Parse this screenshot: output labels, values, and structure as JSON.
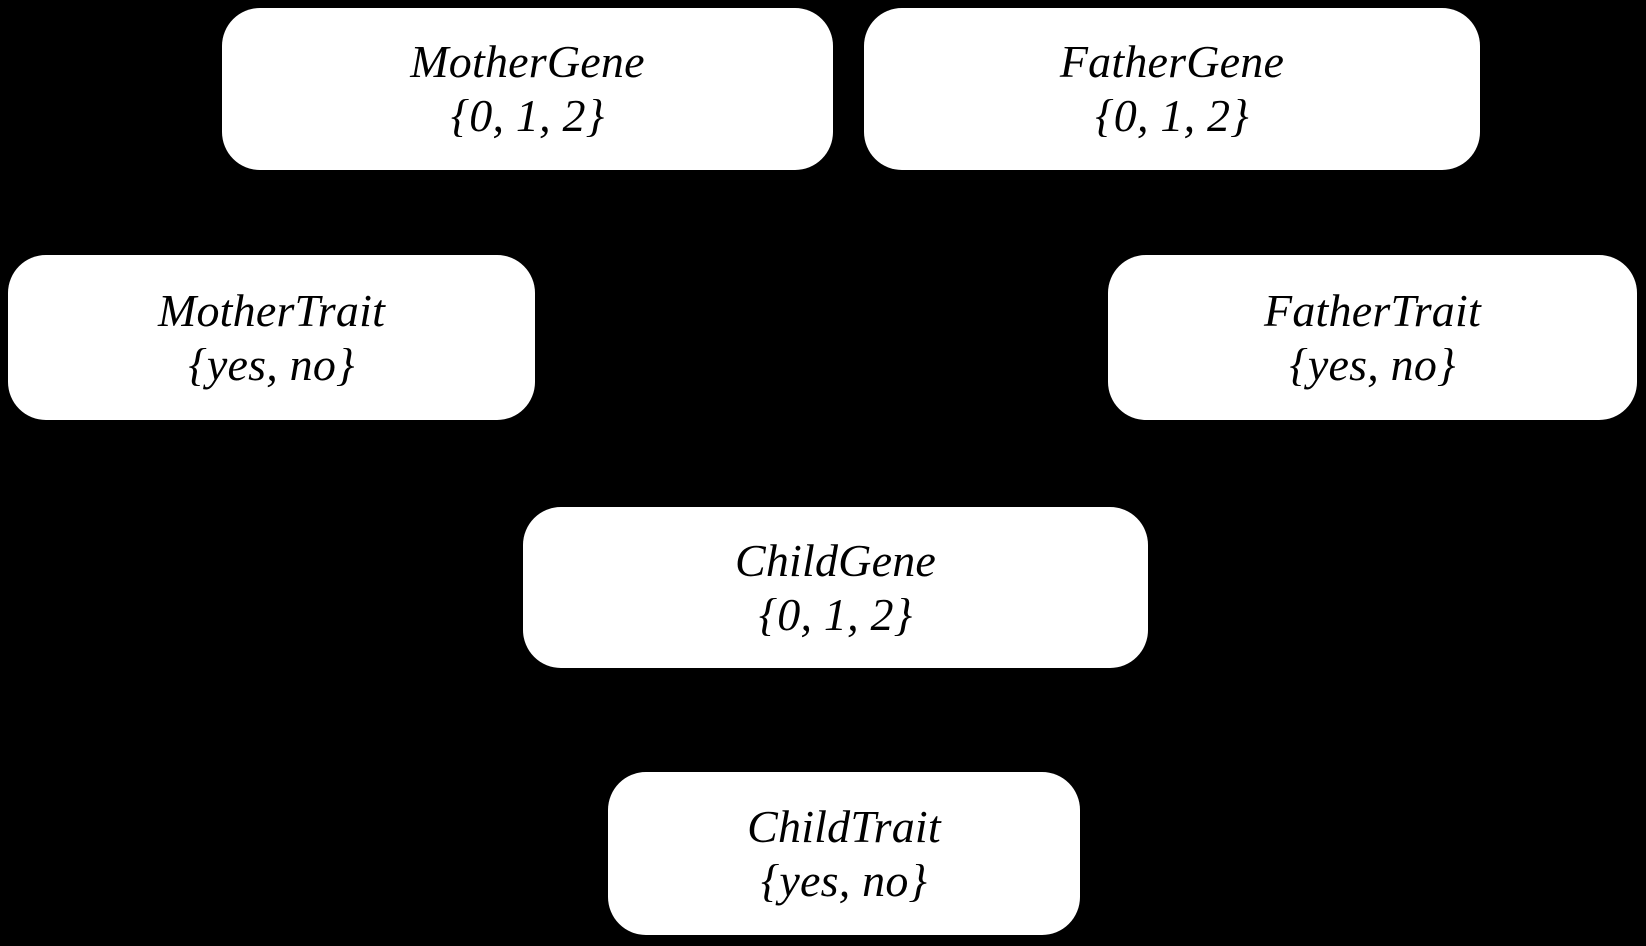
{
  "diagram": {
    "type": "bayesian-network",
    "title": "Genetic inheritance Bayesian network",
    "background_color": "#000000",
    "node_fill_color": "#ffffff",
    "node_text_color": "#000000",
    "edges_visible": false,
    "nodes": [
      {
        "id": "mother-gene",
        "name": "MotherGene",
        "domain": "{0, 1, 2}",
        "row": "parents-gene",
        "column": "left"
      },
      {
        "id": "father-gene",
        "name": "FatherGene",
        "domain": "{0, 1, 2}",
        "row": "parents-gene",
        "column": "right"
      },
      {
        "id": "mother-trait",
        "name": "MotherTrait",
        "domain": "{yes, no}",
        "row": "parents-trait",
        "column": "far-left"
      },
      {
        "id": "father-trait",
        "name": "FatherTrait",
        "domain": "{yes, no}",
        "row": "parents-trait",
        "column": "far-right"
      },
      {
        "id": "child-gene",
        "name": "ChildGene",
        "domain": "{0, 1, 2}",
        "row": "child-gene",
        "column": "center"
      },
      {
        "id": "child-trait",
        "name": "ChildTrait",
        "domain": "{yes, no}",
        "row": "child-trait",
        "column": "center"
      }
    ]
  }
}
